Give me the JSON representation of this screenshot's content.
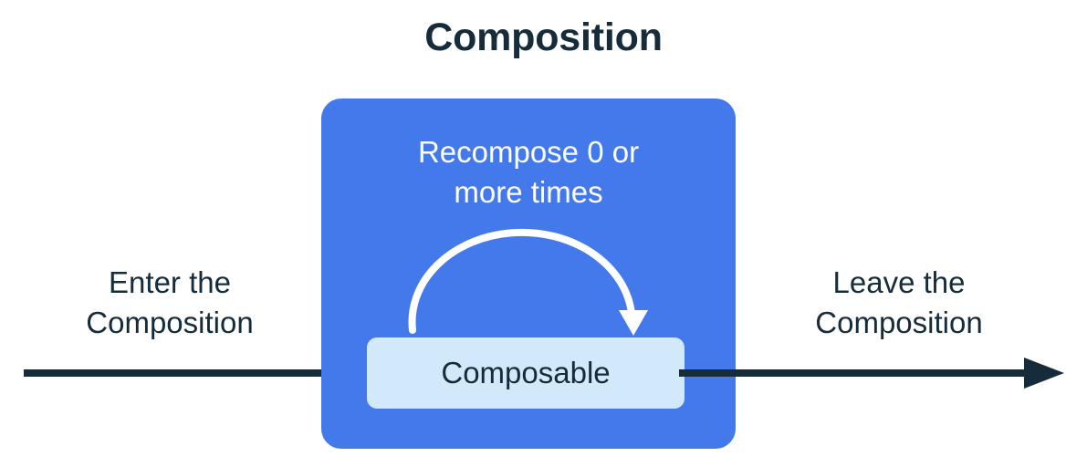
{
  "diagram": {
    "title": "Composition",
    "colors": {
      "background": "#ffffff",
      "ink": "#162C3A",
      "composition_fill": "#4479EC",
      "composable_fill": "#D2E8FB",
      "arc_stroke": "#ffffff",
      "flow_arrow": "#162C3A"
    },
    "composition_region": {
      "name": "Composition",
      "recompose_label": "Recompose 0 or\nmore times",
      "recompose_arrow": {
        "icon": "curved-loop-arrow-icon",
        "direction": "clockwise-down-right"
      },
      "composable": {
        "label": "Composable"
      }
    },
    "flows": [
      {
        "id": "enter",
        "label": "Enter the\nComposition",
        "icon": "arrow-right-icon",
        "direction": "right"
      },
      {
        "id": "leave",
        "label": "Leave the\nComposition",
        "icon": "arrow-right-icon",
        "direction": "right"
      }
    ]
  }
}
